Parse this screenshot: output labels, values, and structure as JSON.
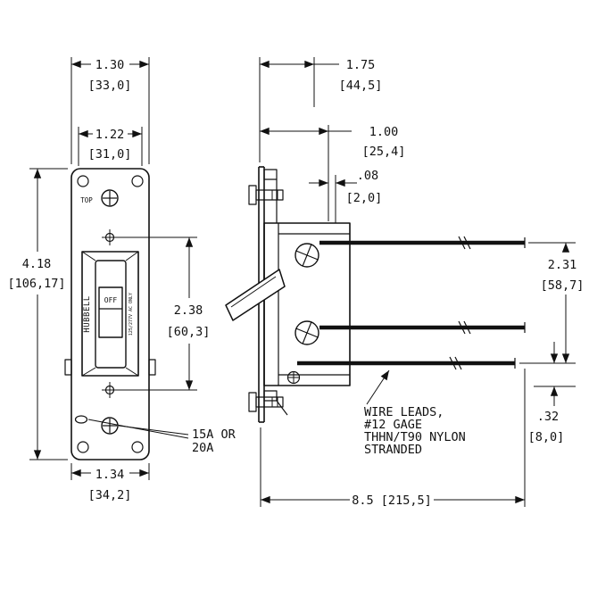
{
  "page": {
    "background": "#ffffff",
    "line_color": "#111111"
  },
  "drawing": {
    "front": {
      "dim_top_width": {
        "in": "1.30",
        "mm": "[33,0]"
      },
      "dim_inner_width": {
        "in": "1.22",
        "mm": "[31,0]"
      },
      "dim_height": {
        "in": "4.18",
        "mm": "[106,17]"
      },
      "dim_body_height": {
        "in": "2.38",
        "mm": "[60,3]"
      },
      "dim_bottom_width": {
        "in": "1.34",
        "mm": "[34,2]"
      },
      "rating_note": {
        "line1": "15A OR",
        "line2": "20A"
      },
      "label_top": "TOP",
      "label_brand": "HUBBELL",
      "label_off": "OFF",
      "label_voltage": "125/277V AC ONLY"
    },
    "side": {
      "dim_strap_to_face": {
        "in": "1.75",
        "mm": "[44,5]"
      },
      "dim_body_depth": {
        "in": "1.00",
        "mm": "[25,4]"
      },
      "dim_strap_offset": {
        "in": ".08",
        "mm": "[2,0]"
      },
      "dim_terminal_span": {
        "in": "2.31",
        "mm": "[58,7]"
      },
      "dim_lead_drop": {
        "in": ".32",
        "mm": "[8,0]"
      },
      "dim_overall_length": "8.5 [215,5]",
      "wire_note": {
        "line1": "WIRE LEADS,",
        "line2": "#12 GAGE",
        "line3": "THHN/T90 NYLON",
        "line4": "STRANDED"
      }
    }
  }
}
